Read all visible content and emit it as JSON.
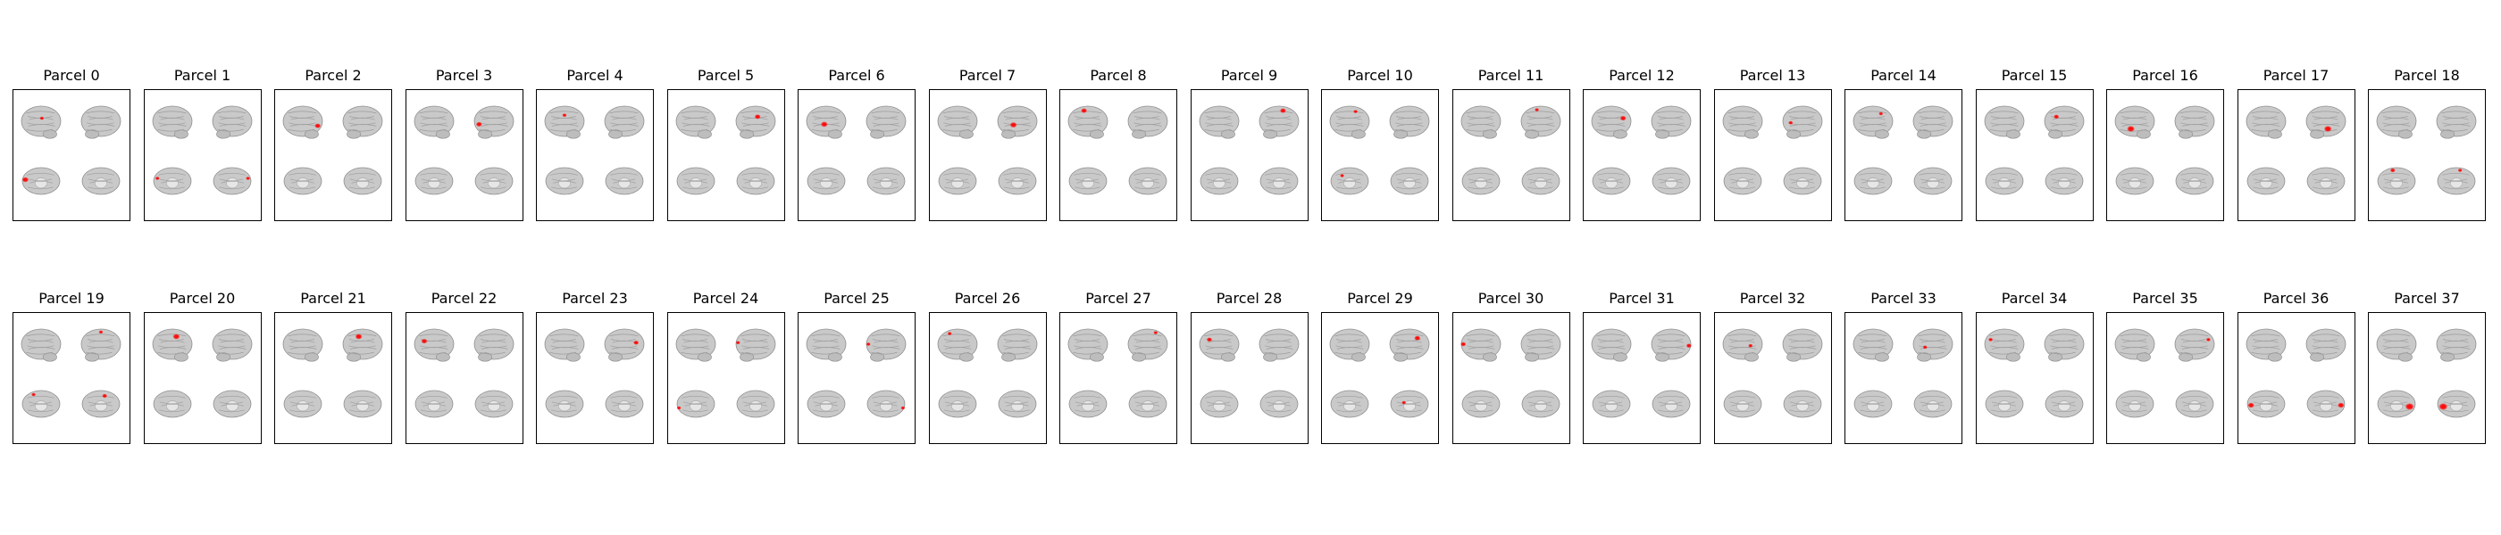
{
  "figure": {
    "layout": {
      "rows": 2,
      "columns": 19
    },
    "colors": {
      "brain": "#c9c9c9",
      "brain_edge": "#8f8f8f",
      "activation": "#ff0000",
      "frame": "#000000",
      "background": "#ffffff"
    },
    "views": [
      "left-lateral",
      "right-lateral",
      "left-medial",
      "right-medial"
    ],
    "panels": [
      {
        "title": "Parcel 0",
        "spots": [
          {
            "view": 0,
            "u": 0.52,
            "v": 0.4,
            "s": 0.1
          },
          {
            "view": 2,
            "u": 0.08,
            "v": 0.45,
            "s": 0.18
          }
        ]
      },
      {
        "title": "Parcel 1",
        "spots": [
          {
            "view": 2,
            "u": 0.1,
            "v": 0.4,
            "s": 0.1
          },
          {
            "view": 3,
            "u": 0.92,
            "v": 0.4,
            "s": 0.12
          }
        ]
      },
      {
        "title": "Parcel 2",
        "spots": [
          {
            "view": 0,
            "u": 0.88,
            "v": 0.65,
            "s": 0.16
          }
        ]
      },
      {
        "title": "Parcel 3",
        "spots": [
          {
            "view": 1,
            "u": 0.12,
            "v": 0.6,
            "s": 0.16
          }
        ]
      },
      {
        "title": "Parcel 4",
        "spots": [
          {
            "view": 0,
            "u": 0.5,
            "v": 0.3,
            "s": 0.12
          }
        ]
      },
      {
        "title": "Parcel 5",
        "spots": [
          {
            "view": 1,
            "u": 0.55,
            "v": 0.35,
            "s": 0.16
          }
        ]
      },
      {
        "title": "Parcel 6",
        "spots": [
          {
            "view": 0,
            "u": 0.45,
            "v": 0.6,
            "s": 0.18
          }
        ]
      },
      {
        "title": "Parcel 7",
        "spots": [
          {
            "view": 1,
            "u": 0.4,
            "v": 0.62,
            "s": 0.18
          }
        ]
      },
      {
        "title": "Parcel 8",
        "spots": [
          {
            "view": 0,
            "u": 0.4,
            "v": 0.15,
            "s": 0.16
          }
        ]
      },
      {
        "title": "Parcel 9",
        "spots": [
          {
            "view": 1,
            "u": 0.6,
            "v": 0.15,
            "s": 0.16
          }
        ]
      },
      {
        "title": "Parcel 10",
        "spots": [
          {
            "view": 0,
            "u": 0.65,
            "v": 0.18,
            "s": 0.1
          },
          {
            "view": 2,
            "u": 0.3,
            "v": 0.3,
            "s": 0.06
          }
        ]
      },
      {
        "title": "Parcel 11",
        "spots": [
          {
            "view": 1,
            "u": 0.4,
            "v": 0.12,
            "s": 0.1
          }
        ]
      },
      {
        "title": "Parcel 12",
        "spots": [
          {
            "view": 0,
            "u": 0.8,
            "v": 0.4,
            "s": 0.16
          }
        ]
      },
      {
        "title": "Parcel 13",
        "spots": [
          {
            "view": 1,
            "u": 0.2,
            "v": 0.55,
            "s": 0.12
          }
        ]
      },
      {
        "title": "Parcel 14",
        "spots": [
          {
            "view": 0,
            "u": 0.7,
            "v": 0.25,
            "s": 0.1
          }
        ]
      },
      {
        "title": "Parcel 15",
        "spots": [
          {
            "view": 1,
            "u": 0.3,
            "v": 0.35,
            "s": 0.14
          }
        ]
      },
      {
        "title": "Parcel 16",
        "spots": [
          {
            "view": 0,
            "u": 0.4,
            "v": 0.75,
            "s": 0.2
          }
        ]
      },
      {
        "title": "Parcel 17",
        "spots": [
          {
            "view": 1,
            "u": 0.55,
            "v": 0.75,
            "s": 0.2
          }
        ]
      },
      {
        "title": "Parcel 18",
        "spots": [
          {
            "view": 2,
            "u": 0.4,
            "v": 0.1,
            "s": 0.14
          },
          {
            "view": 3,
            "u": 0.6,
            "v": 0.1,
            "s": 0.08
          }
        ]
      },
      {
        "title": "Parcel 19",
        "spots": [
          {
            "view": 1,
            "u": 0.5,
            "v": 0.1,
            "s": 0.08
          },
          {
            "view": 2,
            "u": 0.3,
            "v": 0.15,
            "s": 0.06
          },
          {
            "view": 3,
            "u": 0.6,
            "v": 0.2,
            "s": 0.14
          }
        ]
      },
      {
        "title": "Parcel 20",
        "spots": [
          {
            "view": 0,
            "u": 0.6,
            "v": 0.25,
            "s": 0.18
          }
        ]
      },
      {
        "title": "Parcel 21",
        "spots": [
          {
            "view": 1,
            "u": 0.4,
            "v": 0.25,
            "s": 0.18
          }
        ]
      },
      {
        "title": "Parcel 22",
        "spots": [
          {
            "view": 0,
            "u": 0.25,
            "v": 0.4,
            "s": 0.16
          }
        ]
      },
      {
        "title": "Parcel 23",
        "spots": [
          {
            "view": 1,
            "u": 0.8,
            "v": 0.45,
            "s": 0.14
          }
        ]
      },
      {
        "title": "Parcel 24",
        "spots": [
          {
            "view": 1,
            "u": 0.05,
            "v": 0.45,
            "s": 0.1
          },
          {
            "view": 2,
            "u": 0.05,
            "v": 0.65,
            "s": 0.08
          }
        ]
      },
      {
        "title": "Parcel 25",
        "spots": [
          {
            "view": 1,
            "u": 0.05,
            "v": 0.5,
            "s": 0.1
          },
          {
            "view": 3,
            "u": 0.95,
            "v": 0.65,
            "s": 0.08
          }
        ]
      },
      {
        "title": "Parcel 26",
        "spots": [
          {
            "view": 0,
            "u": 0.3,
            "v": 0.15,
            "s": 0.1
          }
        ]
      },
      {
        "title": "Parcel 27",
        "spots": [
          {
            "view": 1,
            "u": 0.7,
            "v": 0.12,
            "s": 0.1
          }
        ]
      },
      {
        "title": "Parcel 28",
        "spots": [
          {
            "view": 0,
            "u": 0.25,
            "v": 0.35,
            "s": 0.14
          }
        ]
      },
      {
        "title": "Parcel 29",
        "spots": [
          {
            "view": 1,
            "u": 0.7,
            "v": 0.3,
            "s": 0.16
          },
          {
            "view": 3,
            "u": 0.35,
            "v": 0.45,
            "s": 0.08
          }
        ]
      },
      {
        "title": "Parcel 30",
        "spots": [
          {
            "view": 0,
            "u": 0.05,
            "v": 0.5,
            "s": 0.14
          }
        ]
      },
      {
        "title": "Parcel 31",
        "spots": [
          {
            "view": 1,
            "u": 0.95,
            "v": 0.55,
            "s": 0.14
          }
        ]
      },
      {
        "title": "Parcel 32",
        "spots": [
          {
            "view": 0,
            "u": 0.7,
            "v": 0.55,
            "s": 0.12
          }
        ]
      },
      {
        "title": "Parcel 33",
        "spots": [
          {
            "view": 1,
            "u": 0.3,
            "v": 0.6,
            "s": 0.12
          }
        ]
      },
      {
        "title": "Parcel 34",
        "spots": [
          {
            "view": 0,
            "u": 0.15,
            "v": 0.35,
            "s": 0.12
          }
        ]
      },
      {
        "title": "Parcel 35",
        "spots": [
          {
            "view": 1,
            "u": 0.85,
            "v": 0.35,
            "s": 0.12
          }
        ]
      },
      {
        "title": "Parcel 36",
        "spots": [
          {
            "view": 2,
            "u": 0.1,
            "v": 0.55,
            "s": 0.18
          },
          {
            "view": 3,
            "u": 0.9,
            "v": 0.55,
            "s": 0.18
          }
        ]
      },
      {
        "title": "Parcel 37",
        "spots": [
          {
            "view": 2,
            "u": 0.85,
            "v": 0.6,
            "s": 0.24
          },
          {
            "view": 3,
            "u": 0.15,
            "v": 0.6,
            "s": 0.24
          }
        ]
      }
    ]
  }
}
